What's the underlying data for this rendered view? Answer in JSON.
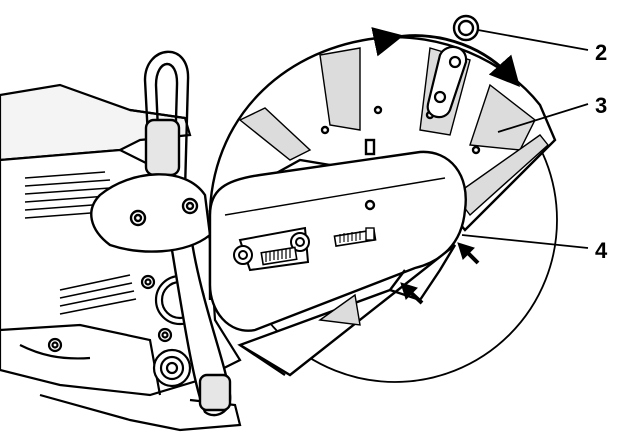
{
  "diagram": {
    "callouts": [
      {
        "id": "2",
        "label": "2"
      },
      {
        "id": "3",
        "label": "3"
      },
      {
        "id": "4",
        "label": "4"
      }
    ]
  },
  "colors": {
    "line": "#000000",
    "fill": "#ffffff",
    "shade": "#d9d9d9",
    "dark": "#555555"
  }
}
